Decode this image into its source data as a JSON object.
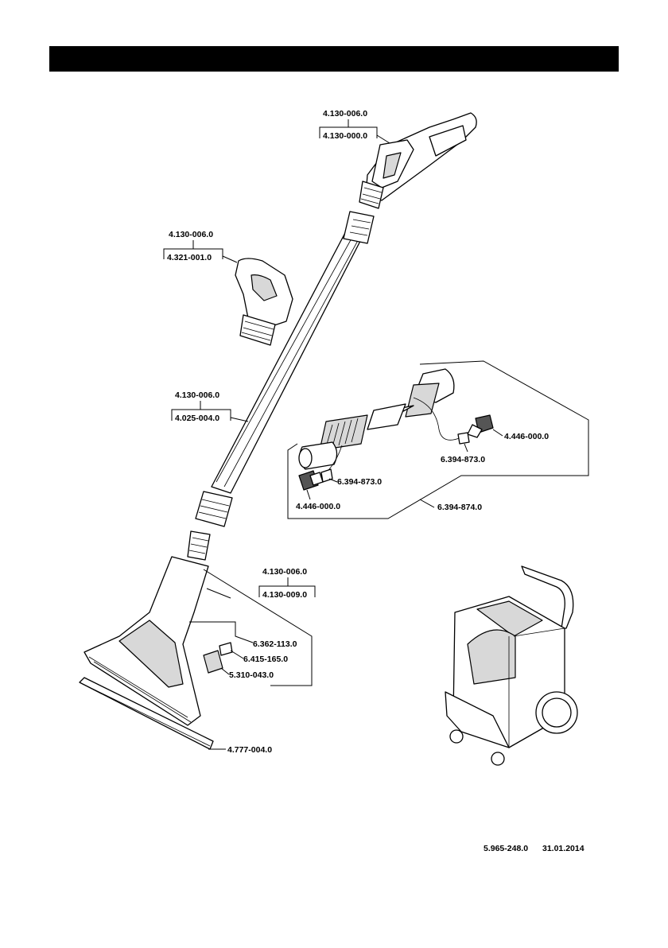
{
  "header": {
    "background": "#000000"
  },
  "labels": {
    "grip_top_ref": "4.130-006.0",
    "grip_top_part": "4.130-000.0",
    "grip_small_ref": "4.130-006.0",
    "grip_small_part": "4.321-001.0",
    "tube_ref": "4.130-006.0",
    "tube_part": "4.025-004.0",
    "hose_adapter_right": "4.446-000.0",
    "hose_nut_right": "6.394-873.0",
    "hose_nut_left": "6.394-873.0",
    "hose_adapter_left": "4.446-000.0",
    "hose_assembly": "6.394-874.0",
    "floor_ref": "4.130-006.0",
    "floor_part": "4.130-009.0",
    "nozzle_a": "6.362-113.0",
    "nozzle_b": "6.415-165.0",
    "nozzle_c": "5.310-043.0",
    "squeegee": "4.777-004.0"
  },
  "footer": {
    "doc_number": "5.965-248.0",
    "doc_date": "31.01.2014"
  }
}
